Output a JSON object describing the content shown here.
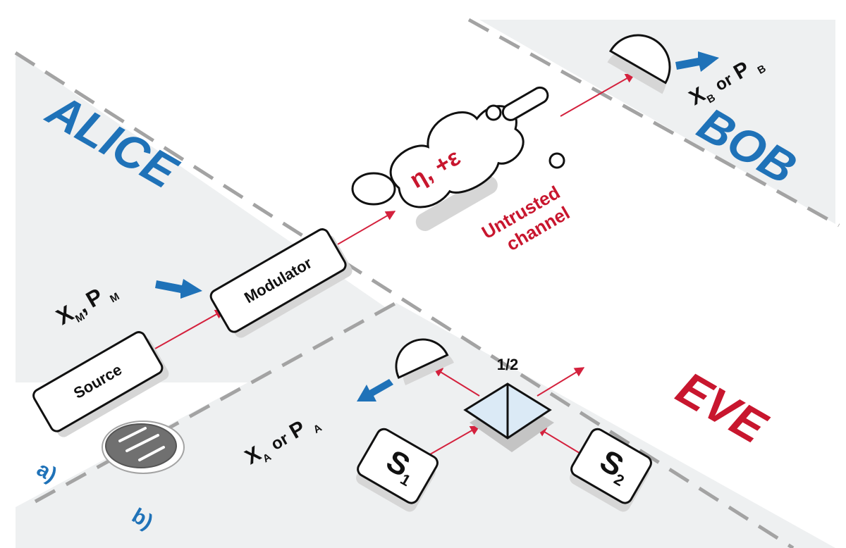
{
  "zones": {
    "alice": {
      "label": "ALICE",
      "color": "#1f72b8"
    },
    "bob": {
      "label": "BOB",
      "color": "#1f72b8"
    },
    "eve": {
      "label": "EVE",
      "color": "#c8162e"
    }
  },
  "components": {
    "source": "Source",
    "modulator": "Modulator",
    "s1": {
      "letter": "S",
      "sub": "1"
    },
    "s2": {
      "letter": "S",
      "sub": "2"
    },
    "beamsplitter_ratio": "1/2"
  },
  "channel": {
    "params": "η, +ε",
    "label_line1": "Untrusted",
    "label_line2": "channel",
    "color": "#c8162e"
  },
  "quadratures": {
    "modulator_input": {
      "x": "X",
      "x_sub": "M",
      "sep": ",",
      "p": "P",
      "p_sub": "M"
    },
    "bob_output": {
      "x": "X",
      "x_sub": "B",
      "or": "or",
      "p": "P",
      "p_sub": "B"
    },
    "eve_output": {
      "x": "X",
      "x_sub": "A",
      "or": "or",
      "p": "P",
      "p_sub": "A"
    }
  },
  "panels": {
    "a": "a)",
    "b": "b)"
  },
  "colors": {
    "beam": "#d4213d",
    "arrow": "#1f72b8",
    "zone_bg": "#eef0f1",
    "dash": "#a3a3a3"
  }
}
